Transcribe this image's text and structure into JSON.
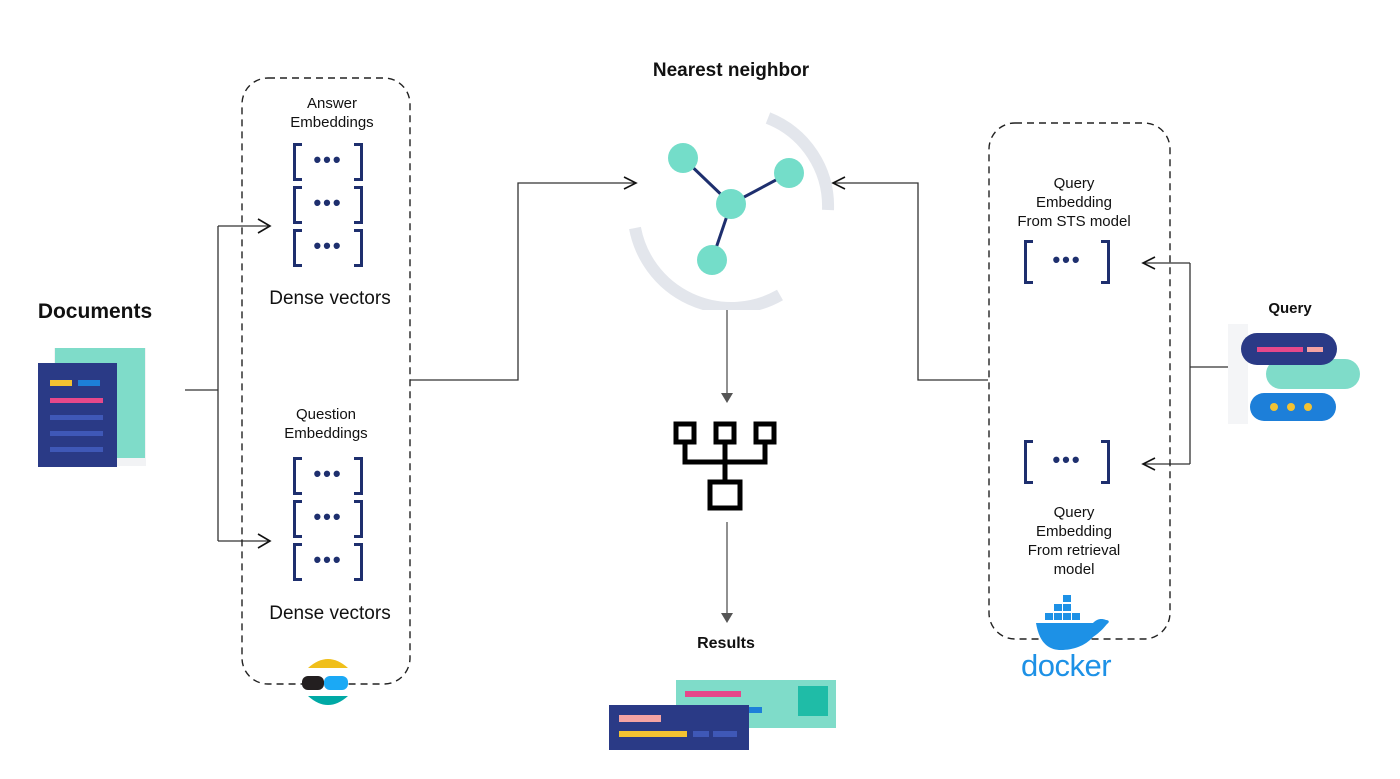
{
  "nearest_neighbor": {
    "title": "Nearest neighbor"
  },
  "documents": {
    "title": "Documents"
  },
  "left_panel": {
    "answer_label": "Answer\nEmbeddings",
    "answer_caption": "Dense vectors",
    "question_label": "Question\nEmbeddings",
    "question_caption": "Dense vectors"
  },
  "right_panel": {
    "sts_label": "Query\nEmbedding\nFrom STS model",
    "retrieval_label": "Query\nEmbedding\nFrom retrieval\nmodel",
    "docker_logo": "docker"
  },
  "query": {
    "title": "Query"
  },
  "results": {
    "title": "Results"
  },
  "vector": {
    "dots": "•••"
  },
  "colors": {
    "navy": "#2a3a86",
    "teal": "#7fdcc9",
    "pink": "#e6488a",
    "salmon": "#f4a3a3",
    "yellow": "#f2c232",
    "blue": "#1d7fd9",
    "docker_blue": "#1d91e6"
  }
}
